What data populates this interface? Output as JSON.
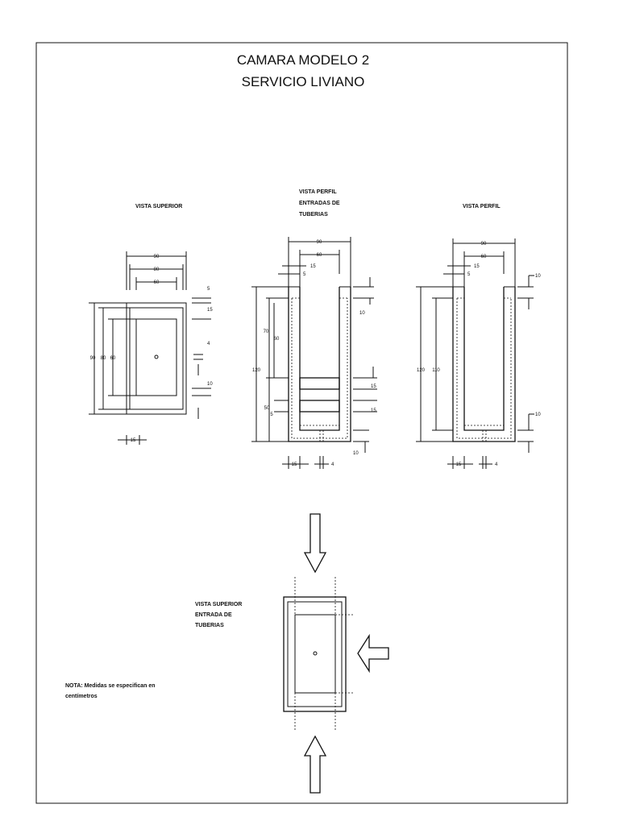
{
  "title": {
    "line1": "CAMARA MODELO 2",
    "line2": "SERVICIO LIVIANO"
  },
  "views": {
    "top_view": "VISTA SUPERIOR",
    "profile_inlets": [
      "VISTA PERFIL",
      "ENTRADAS DE",
      "TUBERIAS"
    ],
    "profile": "VISTA PERFIL",
    "top_inlets": [
      "VISTA SUPERIOR",
      "ENTRADA DE",
      "TUBERIAS"
    ]
  },
  "note": [
    "NOTA: Medidas se especifican en",
    "centímetros"
  ],
  "dims": {
    "top": {
      "w1": "90",
      "w2": "80",
      "w3": "60",
      "h1": "90",
      "h2": "80",
      "h3": "60",
      "r1": "5",
      "r2": "15",
      "r3": "4",
      "r4": "10",
      "b1": "15"
    },
    "mid": {
      "w1": "90",
      "w2": "60",
      "w3": "15",
      "w4": "5",
      "h1": "120",
      "h2": "70",
      "h3": "60",
      "h4": "50",
      "h5": "5",
      "r1": "10",
      "r2": "15",
      "r3": "15",
      "r4": "10",
      "b1": "15",
      "b2": "4"
    },
    "right": {
      "w1": "90",
      "w2": "60",
      "w3": "15",
      "w4": "5",
      "h1": "120",
      "h2": "110",
      "r1": "10",
      "r2": "10",
      "b1": "15",
      "b2": "4"
    }
  }
}
